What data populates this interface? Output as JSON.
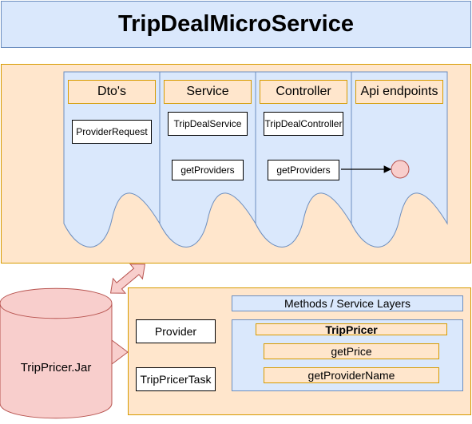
{
  "title": "TripDealMicroService",
  "layers": {
    "dtos": {
      "header": "Dto's",
      "items": [
        "ProviderRequest"
      ]
    },
    "service": {
      "header": "Service",
      "items": [
        "TripDealService",
        "getProviders"
      ]
    },
    "controller": {
      "header": "Controller",
      "items": [
        "TripDealController",
        "getProviders"
      ]
    },
    "api": {
      "header": "Api endpoints"
    }
  },
  "jar": {
    "label": "TripPricer.Jar"
  },
  "lower": {
    "classes": [
      "Provider",
      "TripPricerTask"
    ],
    "methods_header": "Methods / Service Layers",
    "class_name": "TripPricer",
    "methods": [
      "getPrice",
      "getProviderName"
    ]
  },
  "colors": {
    "blue_fill": "#dae8fc",
    "blue_stroke": "#6c8ebf",
    "orange_fill": "#ffe6cc",
    "orange_stroke": "#d79b00",
    "red_fill": "#f8cecc",
    "red_stroke": "#b85450"
  }
}
